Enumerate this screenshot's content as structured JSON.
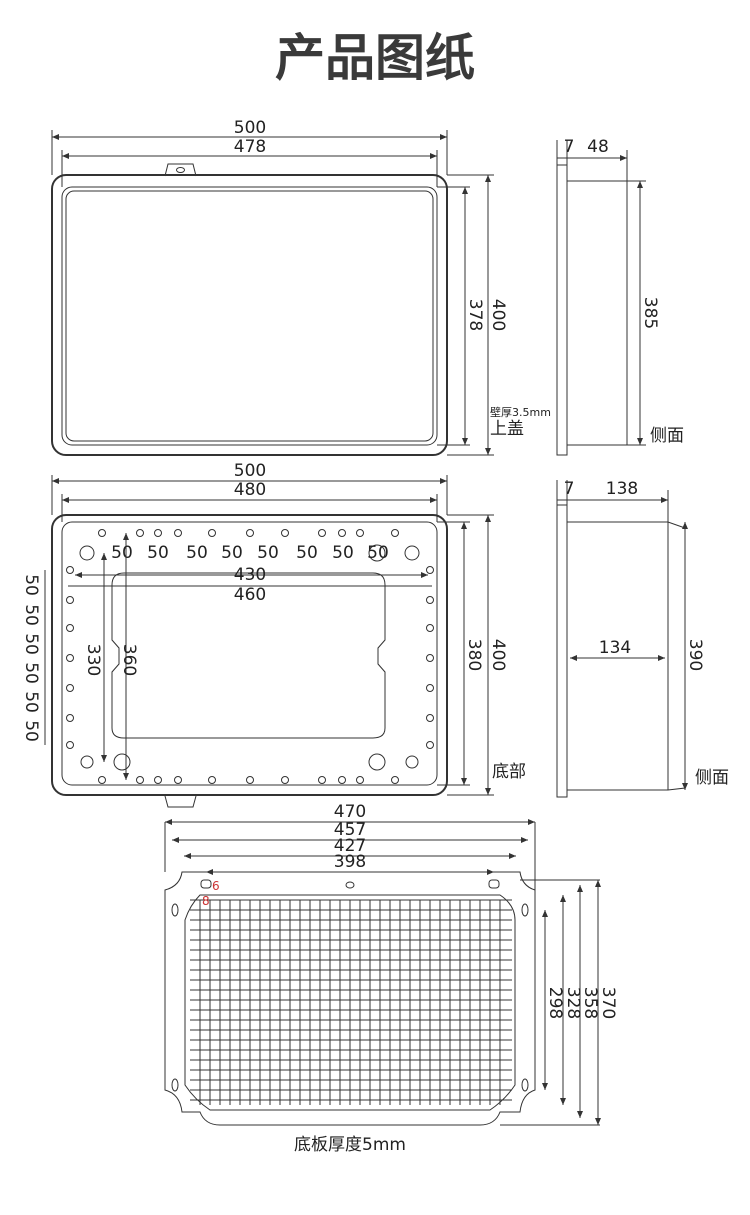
{
  "title": "产品图纸",
  "lid": {
    "width_outer": "500",
    "width_inner": "478",
    "height_outer": "400",
    "height_inner": "378",
    "wall_note": "壁厚3.5mm",
    "label": "上盖"
  },
  "lid_side": {
    "thickness": "7",
    "depth": "48",
    "height": "385",
    "label": "侧面"
  },
  "base": {
    "width_outer": "500",
    "width_inner": "480",
    "height_outer": "400",
    "height_inner": "380",
    "pitch_top": [
      "50",
      "50",
      "50",
      "50",
      "50",
      "50",
      "50",
      "50"
    ],
    "pitch_left": [
      "50",
      "50",
      "50",
      "50",
      "50",
      "50"
    ],
    "span_430": "430",
    "span_460": "460",
    "span_330": "330",
    "span_360": "360",
    "label": "底部"
  },
  "base_side": {
    "thickness": "7",
    "depth": "138",
    "inner_depth": "134",
    "height": "390",
    "label": "侧面"
  },
  "plate": {
    "widths": [
      "470",
      "457",
      "427",
      "398"
    ],
    "heights": [
      "370",
      "358",
      "328",
      "298"
    ],
    "hole_w": "8",
    "hole_h": "6",
    "caption": "底板厚度5mm"
  }
}
